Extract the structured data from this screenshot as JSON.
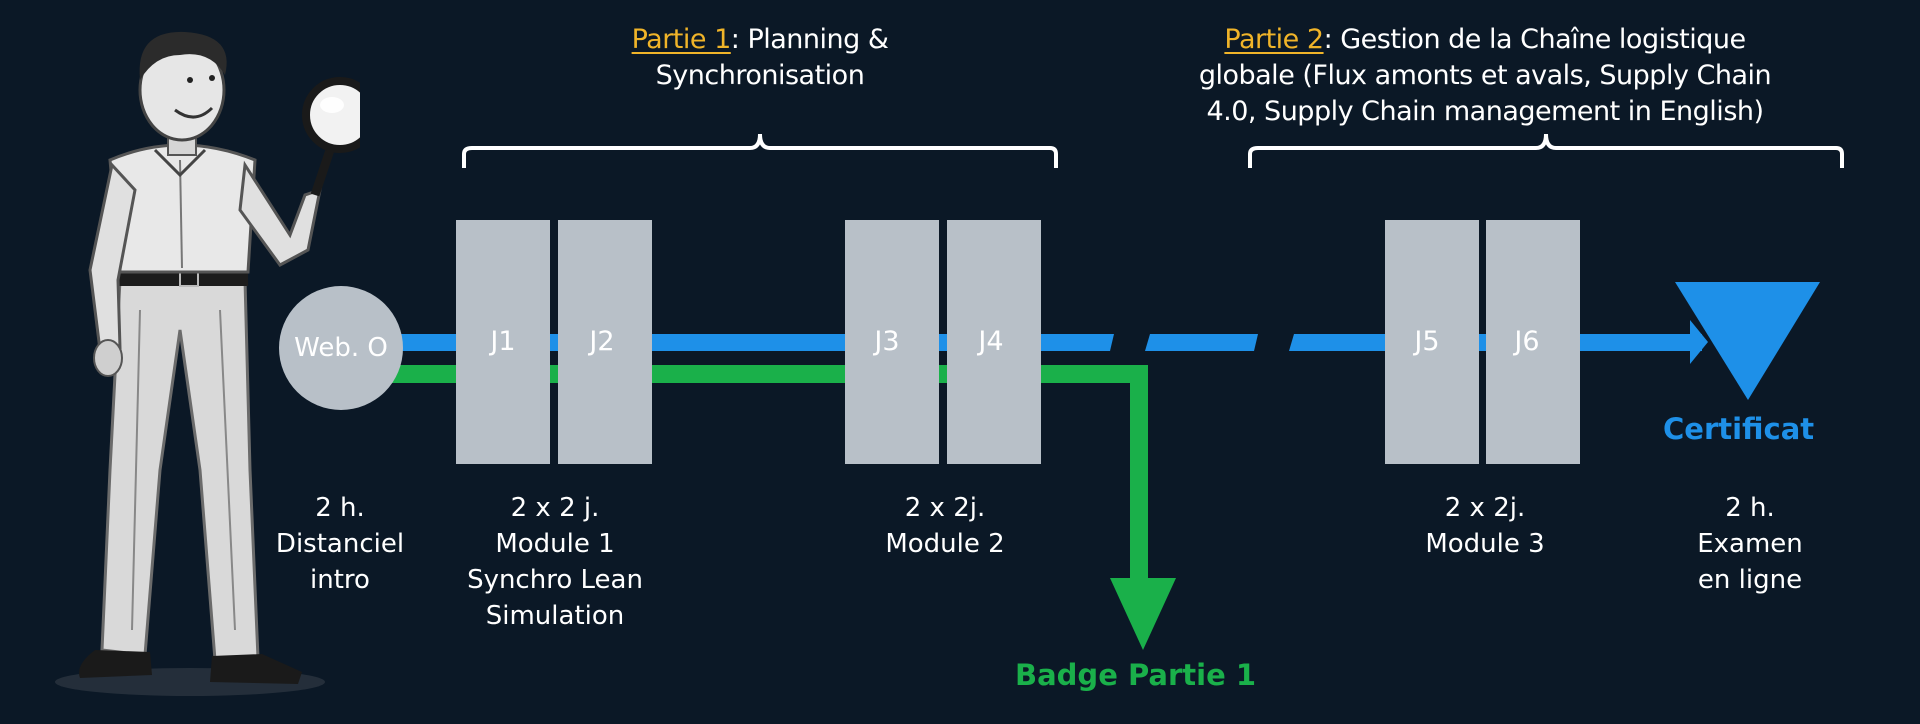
{
  "part1": {
    "link_label": "Partie 1",
    "title_rest": ": Planning &",
    "title_line2": "Synchronisation"
  },
  "part2": {
    "link_label": "Partie 2",
    "title_rest": ": Gestion de la Chaîne logistique",
    "title_line2": "globale (Flux amonts et avals, Supply Chain",
    "title_line3": "4.0, Supply Chain management in English)"
  },
  "start_node": {
    "label": "Web. O"
  },
  "days": [
    "J1",
    "J2",
    "J3",
    "J4",
    "J5",
    "J6"
  ],
  "captions": {
    "intro": [
      "2 h.",
      "Distanciel",
      "intro"
    ],
    "module1": [
      "2 x 2 j.",
      "Module 1",
      "Synchro Lean",
      "Simulation"
    ],
    "module2": [
      "2 x 2j.",
      "Module 2"
    ],
    "module3": [
      "2 x 2j.",
      "Module 3"
    ],
    "exam": [
      "2 h.",
      "Examen",
      "en ligne"
    ]
  },
  "outcomes": {
    "certificat": "Certificat",
    "badge": "Badge Partie 1"
  },
  "colors": {
    "background": "#0b1826",
    "blue_track": "#1e90e8",
    "green_track": "#1ab04a",
    "block": "#b8c0c8",
    "part_link": "#f0b429"
  },
  "icons": {
    "person": "person-with-magnifying-glass-illustration"
  }
}
